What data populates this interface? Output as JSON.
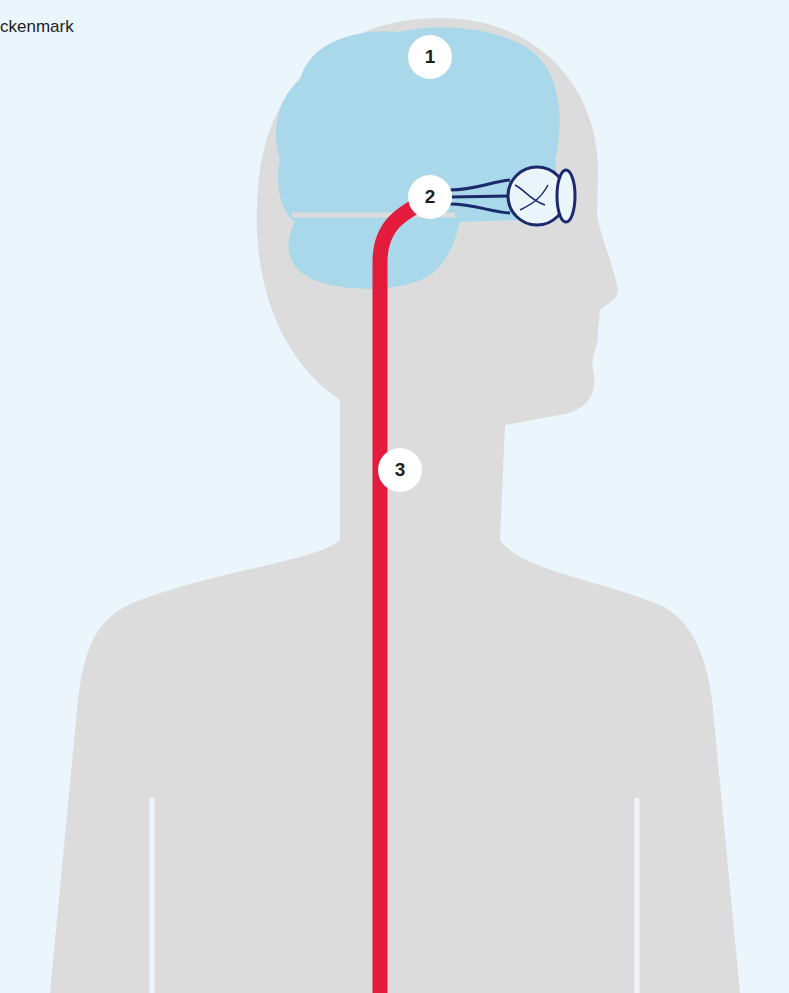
{
  "diagram": {
    "labels": [
      "ckenmark",
      "1",
      "2",
      "3"
    ]
  }
}
